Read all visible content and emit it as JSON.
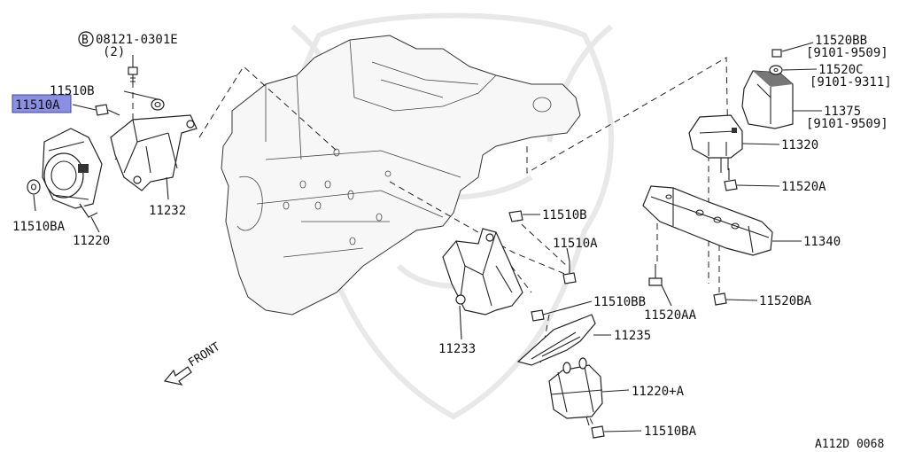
{
  "labels": {
    "bolt_b": "08121-0301E",
    "bolt_b_marker": "B",
    "bolt_b_qty": "(2)",
    "p11510B_top": "11510B",
    "p11510A_top": "11510A",
    "p11510BA_left": "11510BA",
    "p11220": "11220",
    "p11232": "11232",
    "p11510B_mid": "11510B",
    "p11510A_mid": "11510A",
    "p11510BB": "11510BB",
    "p11233": "11233",
    "p11235": "11235",
    "p11220A": "11220+A",
    "p11510BA_bottom": "11510BA",
    "p11520BB": "11520BB",
    "p11520BB_range": "[9101-9509]",
    "p11520C": "11520C",
    "p11520C_range": "[9101-9311]",
    "p11375": "11375",
    "p11375_range": "[9101-9509]",
    "p11320": "11320",
    "p11520A": "11520A",
    "p11340": "11340",
    "p11520AA": "11520AA",
    "p11520BA": "11520BA",
    "front": "FRONT",
    "diagram_code": "A112D 0068"
  },
  "highlight_color": "#8a8fe0"
}
